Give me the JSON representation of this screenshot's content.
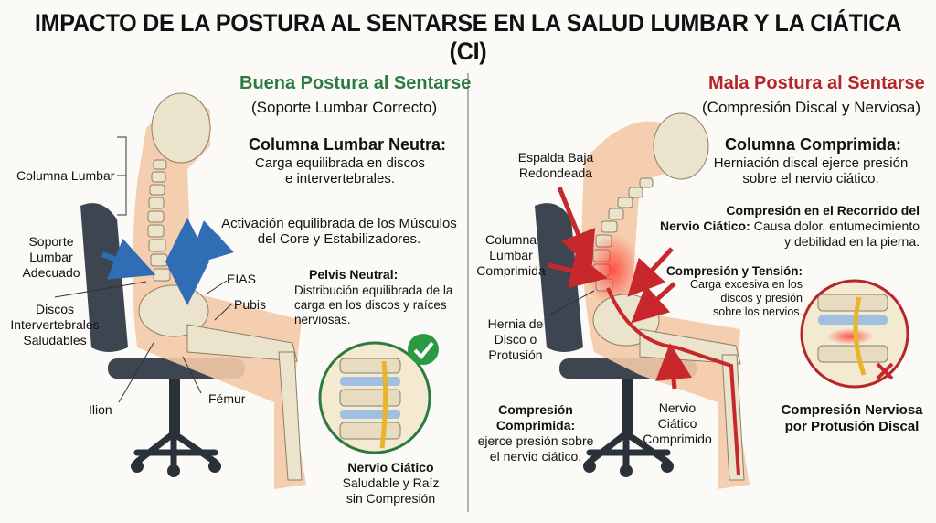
{
  "title": "IMPACTO DE LA POSTURA AL SENTARSE EN LA SALUD LUMBAR Y LA CIÁTICA (CI)",
  "colors": {
    "good": "#2c7a3f",
    "bad": "#b5262b",
    "skin": "#f3c9a6",
    "bone": "#ece3cc",
    "chair": "#3d4650",
    "arrow_blue": "#2f6eb5",
    "arrow_red": "#c8282c"
  },
  "good": {
    "heading": "Buena Postura al Sentarse",
    "subheading": "(Soporte Lumbar Correcto)",
    "spine_title": "Columna Lumbar Neutra:",
    "spine_text_1": "Carga equilibrada en discos",
    "spine_text_2": "e intervertebrales.",
    "core_text_1": "Activación equilibrada de los Músculos",
    "core_text_2": "del Core y Estabilizadores.",
    "label_lumbar": "Columna Lumbar",
    "label_support_1": "Soporte",
    "label_support_2": "Lumbar",
    "label_support_3": "Adecuado",
    "label_discs_1": "Discos",
    "label_discs_2": "Intervertebrales",
    "label_discs_3": "Saludables",
    "label_eias": "EIAS",
    "label_pubis": "Pubis",
    "label_ilion": "Ilion",
    "label_femur": "Fémur",
    "pelvis_title": "Pelvis Neutral:",
    "pelvis_text_1": "Distribución equilibrada de la",
    "pelvis_text_2": "carga en los discos y raíces",
    "pelvis_text_3": "nerviosas.",
    "nerve_title": "Nervio Ciático",
    "nerve_text_1": "Saludable y Raíz",
    "nerve_text_2": "sin Compresión"
  },
  "bad": {
    "heading": "Mala Postura al Sentarse",
    "subheading": "(Compresión Discal y Nerviosa)",
    "spine_title": "Columna Comprimida:",
    "spine_text_1": "Herniación discal ejerce presión",
    "spine_text_2": "sobre el nervio ciático.",
    "path_title_1": "Compresión en el Recorrido del",
    "path_title_2": "Nervio Ciático:",
    "path_text_1": " Causa dolor, entumecimiento",
    "path_text_2": "y debilidad en la pierna.",
    "tension_title": "Compresión y Tensión:",
    "tension_text_1": "Carga excesiva en los",
    "tension_text_2": "discos y presión",
    "tension_text_3": "sobre los nervios.",
    "label_back_1": "Espalda Baja",
    "label_back_2": "Redondeada",
    "label_lumbar_1": "Columna",
    "label_lumbar_2": "Lumbar",
    "label_lumbar_3": "Comprimida",
    "label_hernia_1": "Hernia de",
    "label_hernia_2": "Disco o",
    "label_hernia_3": "Protusión",
    "comp_title_1": "Compresión",
    "comp_title_2": "Comprimida:",
    "comp_text_1": "ejerce presión sobre",
    "comp_text_2": "el nervio ciático.",
    "nerve_label_1": "Nervio",
    "nerve_label_2": "Ciático",
    "nerve_label_3": "Comprimido",
    "inset_title_1": "Compresión Nerviosa",
    "inset_title_2": "por Protusión Discal"
  }
}
